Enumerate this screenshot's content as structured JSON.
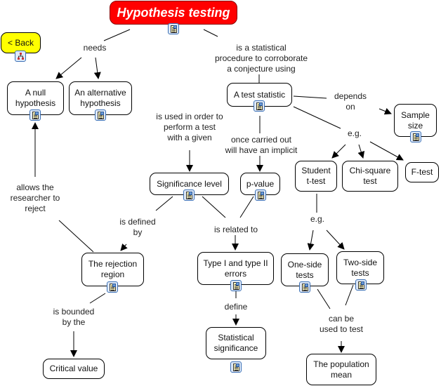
{
  "map_title": "Hypothesis testing",
  "back_button": {
    "label": "<  Back",
    "icon": "concept-map-icon"
  },
  "concepts": {
    "root": "Hypothesis testing",
    "null_hypothesis": "A null\nhypothesis",
    "alt_hypothesis": "An alternative\nhypothesis",
    "test_statistic": "A test statistic",
    "sample_size": "Sample\nsize",
    "student_t": "Student\nt-test",
    "chi_square": "Chi-square\ntest",
    "f_test": "F-test",
    "significance_level": "Significance level",
    "p_value": "p-value",
    "rejection_region": "The rejection\nregion",
    "type_errors": "Type I and type II\nerrors",
    "one_side": "One-side\ntests",
    "two_side": "Two-side\ntests",
    "critical_value": "Critical value",
    "statistical_significance": "Statistical\nsignificance",
    "population_mean": "The population\nmean"
  },
  "linking_phrases": {
    "needs": "needs",
    "is_statistical": "is a statistical\nprocedure to corroborate\na conjecture using",
    "depends_on": "depends\non",
    "eg_tests": "e.g.",
    "is_used": "is used in order to\nperform a test\nwith a given",
    "once_carried": "once carried out\nwill have an implicit",
    "allows": "allows the\nresearcher to\nreject",
    "is_defined_by": "is defined\nby",
    "is_related_to": "is related to",
    "eg_sides": "e.g.",
    "is_bounded": "is bounded\nby the",
    "define": "define",
    "can_be_used": "can be\nused to test"
  },
  "resource_icon": "attached-document-icon",
  "colors": {
    "root_fill": "#ff0000",
    "back_fill": "#ffff00",
    "resource_border": "#3a6fb5"
  }
}
